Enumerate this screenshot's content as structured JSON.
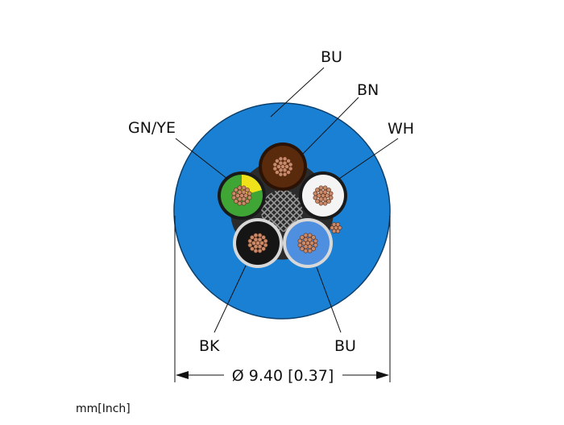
{
  "labels": {
    "jacket": "BU",
    "brown_core": "BN",
    "white_core": "WH",
    "ground_core": "GN/YE",
    "black_core": "BK",
    "blue_core": "BU"
  },
  "dimension": {
    "diameter_text": "Ø 9.40 [0.37]"
  },
  "units_note": "mm[Inch]",
  "colors": {
    "jacket": "#1a80d4",
    "jacket_edge": "#0d3f6b",
    "brown": "#5a2a0c",
    "white": "#f4f4f4",
    "green": "#3fa535",
    "yellow": "#f0e21a",
    "black": "#151515",
    "blue": "#4f8fe0",
    "copper": "#c98a6a",
    "filler": "#2b2b2b"
  }
}
